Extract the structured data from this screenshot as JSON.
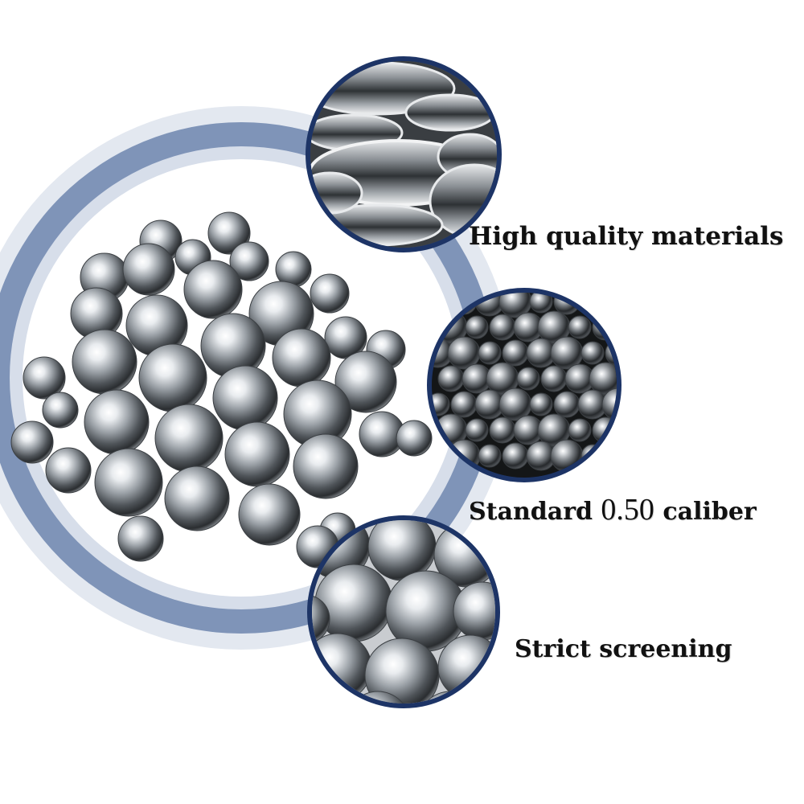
{
  "features": [
    {
      "label": "High quality materials",
      "icon": "steel-tubes-icon"
    },
    {
      "label_prefix": "Standard ",
      "label_number": "0.50",
      "label_suffix": " caliber",
      "icon": "steel-balls-dark-icon"
    },
    {
      "label": "Strict screening",
      "icon": "steel-balls-closeup-icon"
    }
  ],
  "colors": {
    "ring_outer": "#7f94b8",
    "ring_inner": "#d8dfeb",
    "frame": "#1d3466",
    "text": "#111111"
  }
}
